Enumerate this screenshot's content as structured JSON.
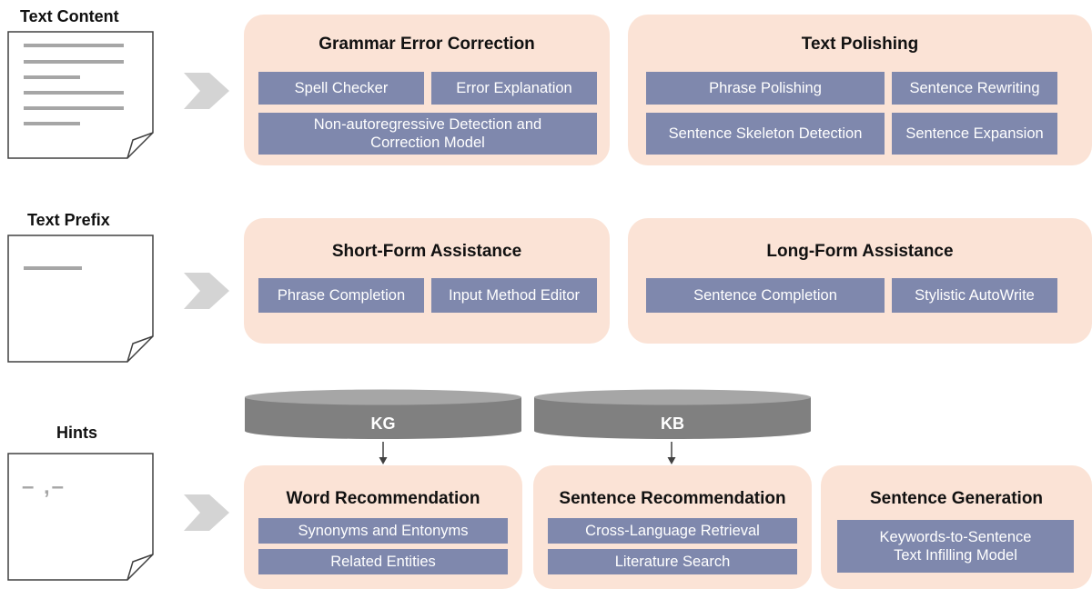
{
  "rows": [
    {
      "label": "Text Content"
    },
    {
      "label": "Text Prefix"
    },
    {
      "label": "Hints"
    }
  ],
  "hints_doc_text": "– ,–",
  "panels": {
    "grammar": {
      "title": "Grammar Error Correction",
      "chips": [
        "Spell Checker",
        "Error Explanation"
      ],
      "wide_chip": [
        "Non-autoregressive Detection and",
        "Correction Model"
      ]
    },
    "polishing": {
      "title": "Text Polishing",
      "chips": [
        "Phrase Polishing",
        "Sentence Rewriting",
        "Sentence Skeleton Detection",
        "Sentence Expansion"
      ]
    },
    "short_form": {
      "title": "Short-Form Assistance",
      "chips": [
        "Phrase Completion",
        "Input Method Editor"
      ]
    },
    "long_form": {
      "title": "Long-Form Assistance",
      "chips": [
        "Sentence Completion",
        "Stylistic AutoWrite"
      ]
    },
    "word_rec": {
      "title": "Word Recommendation",
      "chips": [
        "Synonyms and Entonyms",
        "Related Entities"
      ]
    },
    "sentence_rec": {
      "title": "Sentence Recommendation",
      "chips": [
        "Cross-Language Retrieval",
        "Literature Search"
      ]
    },
    "sentence_gen": {
      "title": "Sentence Generation",
      "chip_lines": [
        "Keywords-to-Sentence",
        "Text Infilling Model"
      ]
    }
  },
  "databases": [
    {
      "label": "KG"
    },
    {
      "label": "KB"
    }
  ],
  "colors": {
    "panel": "#fbe3d6",
    "chip": "#7f88ad",
    "database": "#808080",
    "arrow": "#d4d4d4",
    "doc_line": "#a6a6a6"
  }
}
